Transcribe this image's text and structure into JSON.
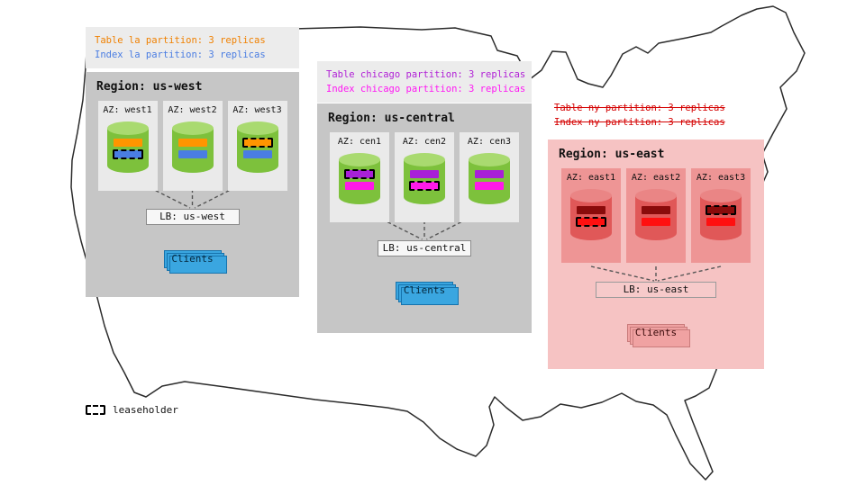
{
  "legend": {
    "label": "leaseholder"
  },
  "regions": [
    {
      "title": "Region: us-west",
      "callout_lines": [
        {
          "text": "Table la partition: 3 replicas",
          "color": "#f08000",
          "strikethrough": false
        },
        {
          "text": "Index la partition: 3 replicas",
          "color": "#4a7de2",
          "strikethrough": false
        }
      ],
      "azs": [
        {
          "label": "AZ: west1",
          "table_lease": false,
          "index_lease": true
        },
        {
          "label": "AZ: west2",
          "table_lease": false,
          "index_lease": false
        },
        {
          "label": "AZ: west3",
          "table_lease": true,
          "index_lease": false
        }
      ],
      "lb_label": "LB: us-west",
      "clients_label": "Clients",
      "colors": {
        "panel": "#c6c6c6",
        "az": "#eaeaea",
        "cylinder": "#7dc13c",
        "table_bar": "#ff9500",
        "index_bar": "#4a7de2",
        "clients": "#3aa6e0"
      }
    },
    {
      "title": "Region: us-central",
      "callout_lines": [
        {
          "text": "Table chicago partition: 3 replicas",
          "color": "#b01fd6",
          "strikethrough": false
        },
        {
          "text": "Index chicago partition: 3 replicas",
          "color": "#ff17f3",
          "strikethrough": false
        }
      ],
      "azs": [
        {
          "label": "AZ: cen1",
          "table_lease": true,
          "index_lease": false
        },
        {
          "label": "AZ: cen2",
          "table_lease": false,
          "index_lease": true
        },
        {
          "label": "AZ: cen3",
          "table_lease": false,
          "index_lease": false
        }
      ],
      "lb_label": "LB: us-central",
      "clients_label": "Clients",
      "colors": {
        "panel": "#c6c6c6",
        "az": "#eaeaea",
        "cylinder": "#7dc13c",
        "table_bar": "#a820d8",
        "index_bar": "#ff1ae8",
        "clients": "#3aa6e0"
      }
    },
    {
      "title": "Region: us-east",
      "callout_lines": [
        {
          "text": "Table ny partition: 3 replicas",
          "color": "#d40000",
          "strikethrough": true
        },
        {
          "text": "Index ny partition: 3 replicas",
          "color": "#d40000",
          "strikethrough": true
        }
      ],
      "azs": [
        {
          "label": "AZ: east1",
          "table_lease": false,
          "index_lease": true
        },
        {
          "label": "AZ: east2",
          "table_lease": false,
          "index_lease": false
        },
        {
          "label": "AZ: east3",
          "table_lease": true,
          "index_lease": false
        }
      ],
      "lb_label": "LB: us-east",
      "clients_label": "Clients",
      "colors": {
        "panel": "#f6c3c3",
        "az": "#ee9595",
        "cylinder": "#e05858",
        "table_bar": "#8a0b0b",
        "index_bar": "#ff1010",
        "clients": "#f0a2a2"
      }
    }
  ]
}
